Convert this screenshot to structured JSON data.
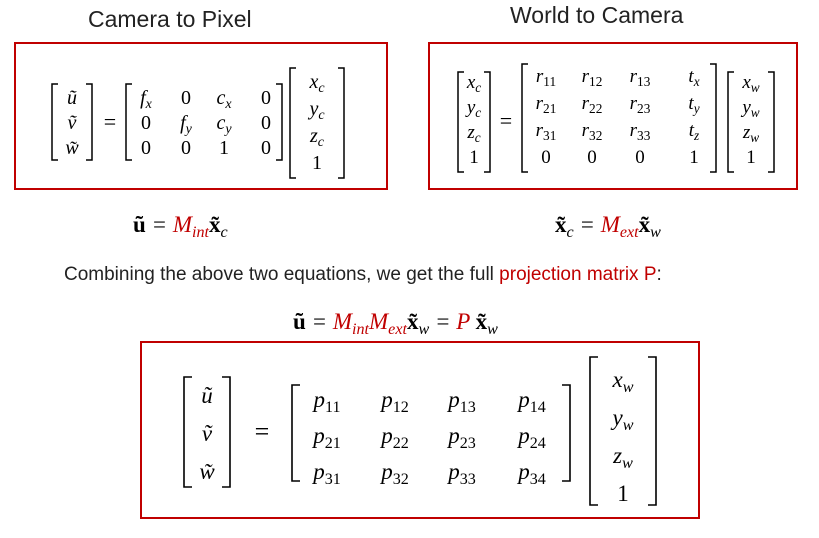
{
  "headings": {
    "left": "Camera to Pixel",
    "right": "World to Camera"
  },
  "sentence": {
    "prefix": "Combining the above two equations, we get the full ",
    "highlight": "projection matrix P",
    "suffix": ":"
  },
  "intrinsic": {
    "lhs": [
      "ũ",
      "ṽ",
      "w̃"
    ],
    "matrix": [
      [
        "f_x",
        "0",
        "c_x",
        "0"
      ],
      [
        "0",
        "f_y",
        "c_y",
        "0"
      ],
      [
        "0",
        "0",
        "1",
        "0"
      ]
    ],
    "vector": [
      "x_c",
      "y_c",
      "z_c",
      "1"
    ]
  },
  "extrinsic": {
    "lhs": [
      "x_c",
      "y_c",
      "z_c",
      "1"
    ],
    "matrix": [
      [
        "r_11",
        "r_12",
        "r_13",
        "t_x"
      ],
      [
        "r_21",
        "r_22",
        "r_23",
        "t_y"
      ],
      [
        "r_31",
        "r_32",
        "r_33",
        "t_z"
      ],
      [
        "0",
        "0",
        "0",
        "1"
      ]
    ],
    "vector": [
      "x_w",
      "y_w",
      "z_w",
      "1"
    ]
  },
  "full": {
    "lhs": [
      "ũ",
      "ṽ",
      "w̃"
    ],
    "matrix": [
      [
        "p_11",
        "p_12",
        "p_13",
        "p_14"
      ],
      [
        "p_21",
        "p_22",
        "p_23",
        "p_24"
      ],
      [
        "p_31",
        "p_32",
        "p_33",
        "p_34"
      ]
    ],
    "vector": [
      "x_w",
      "y_w",
      "z_w",
      "1"
    ]
  },
  "equations": {
    "eq1": "ũ = M_int x̃_c",
    "eq2": "x̃_c = M_ext x̃_w",
    "eq3": "ũ = M_int M_ext x̃_w = P x̃_w"
  },
  "colors": {
    "accent": "#c00000"
  }
}
